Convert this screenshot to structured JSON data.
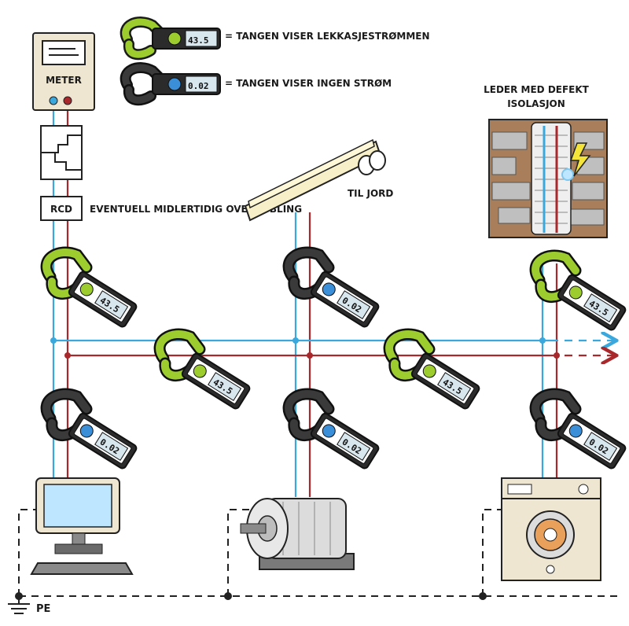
{
  "legend": {
    "leak_text": "= TANGEN VISER LEKKASJESTRØMMEN",
    "leak_reading": "43.5",
    "zero_text": "= TANGEN VISER INGEN STRØM",
    "zero_reading": "0.02"
  },
  "meter": {
    "label": "METER"
  },
  "rcd": {
    "label": "RCD",
    "note": "EVENTUELL MIDLERTIDIG OVERKOBLING"
  },
  "lamp": {
    "label": "TIL JORD"
  },
  "inset": {
    "title_line1": "LEDER MED DEFEKT",
    "title_line2": "ISOLASJON"
  },
  "ground": {
    "label": "PE"
  },
  "clamps": [
    {
      "id": "clamp-rcd",
      "reading": "43.5",
      "state": "leak"
    },
    {
      "id": "clamp-lamp-top",
      "reading": "0.02",
      "state": "zero"
    },
    {
      "id": "clamp-washer-top",
      "reading": "43.5",
      "state": "leak"
    },
    {
      "id": "clamp-bus-left",
      "reading": "43.5",
      "state": "leak"
    },
    {
      "id": "clamp-bus-right",
      "reading": "43.5",
      "state": "leak"
    },
    {
      "id": "clamp-pc",
      "reading": "0.02",
      "state": "zero"
    },
    {
      "id": "clamp-motor",
      "reading": "0.02",
      "state": "zero"
    },
    {
      "id": "clamp-washer-bottom",
      "reading": "0.02",
      "state": "zero"
    }
  ],
  "colors": {
    "neutral_wire": "#3aa8dc",
    "live_wire": "#a8282c",
    "leak_clamp": "#9ccc2e",
    "zero_clamp": "#2b2b2b",
    "device_beige": "#efe6d2",
    "wall_brown": "#a87f5a"
  }
}
